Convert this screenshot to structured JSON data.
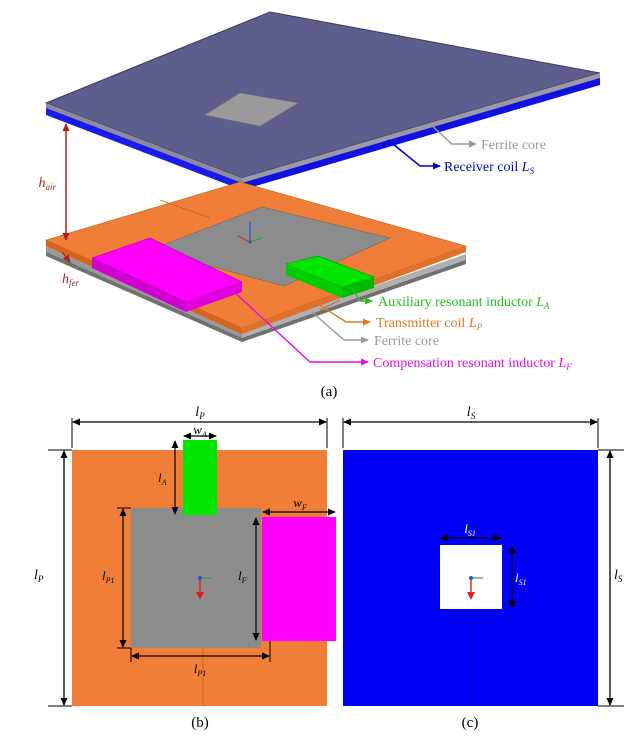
{
  "panel_a": {
    "caption": "(a)",
    "labels": {
      "ferrite_top": "Ferrite core",
      "receiver": {
        "text": "Receiver coil ",
        "sym": "L",
        "sub": "S"
      },
      "auxiliary": {
        "text": "Auxiliary resonant inductor ",
        "sym": "L",
        "sub": "A"
      },
      "transmitter": {
        "text": "Transmitter coil ",
        "sym": "L",
        "sub": "P"
      },
      "ferrite_bottom": "Ferrite core",
      "compensation": {
        "text": "Compensation resonant inductor ",
        "sym": "L",
        "sub": "F"
      },
      "h_air": {
        "sym": "h",
        "sub": "air"
      },
      "h_fer": {
        "sym": "h",
        "sub": "fer"
      }
    }
  },
  "panel_b": {
    "caption": "(b)",
    "dims": {
      "lP_top": {
        "sym": "l",
        "sub": "P"
      },
      "lP_left": {
        "sym": "l",
        "sub": "P"
      },
      "wA": {
        "sym": "w",
        "sub": "A"
      },
      "lA": {
        "sym": "l",
        "sub": "A"
      },
      "wF": {
        "sym": "w",
        "sub": "F"
      },
      "lF": {
        "sym": "l",
        "sub": "F"
      },
      "lP1_vert": {
        "sym": "l",
        "sub": "P1"
      },
      "lP1_horiz": {
        "sym": "l",
        "sub": "P1"
      }
    }
  },
  "panel_c": {
    "caption": "(c)",
    "dims": {
      "lS_top": {
        "sym": "l",
        "sub": "S"
      },
      "lS_right": {
        "sym": "l",
        "sub": "S"
      },
      "lS1_horiz": {
        "sym": "l",
        "sub": "S1"
      },
      "lS1_vert": {
        "sym": "l",
        "sub": "S1"
      }
    }
  },
  "colors": {
    "orange": "#F07E38",
    "gray": "#8C8C8C",
    "magenta": "#FF00FF",
    "green": "#00E600",
    "blue": "#0000F5",
    "receiver_plate": "#5E5E8C",
    "dark_red": "#B01E1E",
    "green_label": "#22C022",
    "orange_label": "#E07A20",
    "gray_label": "#9A9A9A",
    "blue_label": "#0000CC",
    "magenta_label": "#E010E0"
  }
}
